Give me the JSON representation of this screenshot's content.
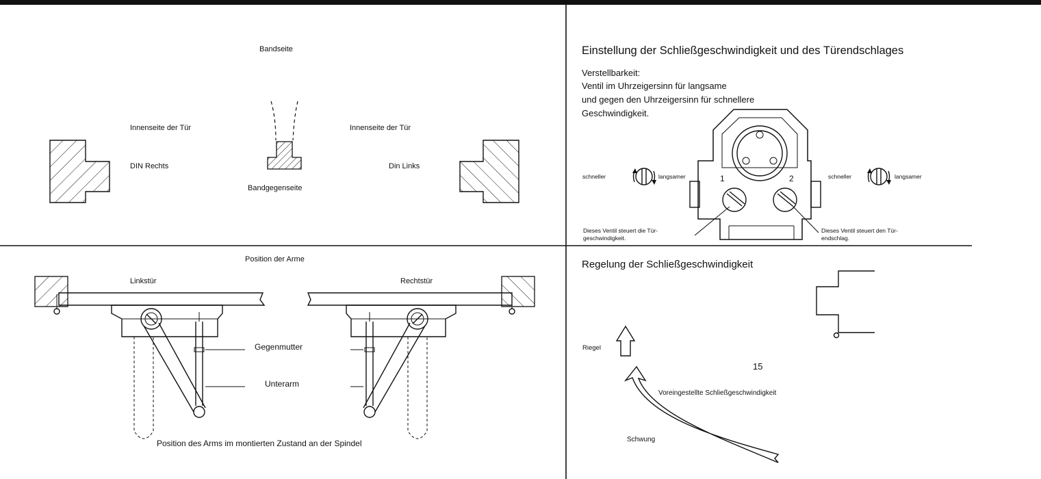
{
  "top_left": {
    "band_side": "Bandseite",
    "inner_left": "Innenseite der Tür",
    "inner_right": "Innenseite der Tür",
    "din_right": "DIN Rechts",
    "din_left": "Din Links",
    "band_opposite": "Bandgegenseite"
  },
  "top_right": {
    "title": "Einstellung der Schließgeschwindigkeit und des Türendschlages",
    "adj_line1": "Verstellbarkeit:",
    "adj_line2": "Ventil im Uhrzeigersinn für langsame",
    "adj_line3": "und gegen den Uhrzeigersinn für schnellere",
    "adj_line4": "Geschwindigkeit.",
    "faster_left": "schneller",
    "slower_left": "langsamer",
    "faster_right": "schneller",
    "slower_right": "langsamer",
    "valve1_num": "1",
    "valve2_num": "2",
    "valve1_line1": "Dieses Ventil steuert die Tür-",
    "valve1_line2": "geschwindigkeit.",
    "valve2_line1": "Dieses Ventil steuert den Tür-",
    "valve2_line2": "endschlag."
  },
  "bottom_left": {
    "title": "Position der Arme",
    "left_door": "Linkstür",
    "right_door": "Rechtstür",
    "lock_nut": "Gegenmutter",
    "lower_arm": "Unterarm",
    "caption": "Position des Arms im montierten Zustand an der Spindel"
  },
  "bottom_right": {
    "title": "Regelung der Schließgeschwindigkeit",
    "latch": "Riegel",
    "preset": "Voreingestellte Schließgeschwindigkeit",
    "swing": "Schwung",
    "page_number": "15"
  }
}
